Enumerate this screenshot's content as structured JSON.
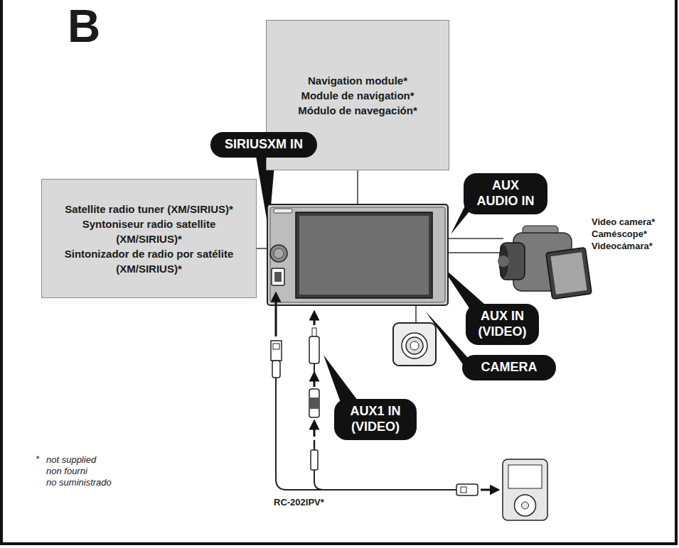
{
  "diagram": {
    "title": "B",
    "nodes": [
      {
        "text": [
          "Navigation module*",
          "Module de navigation*",
          "Módulo de navegación*"
        ]
      },
      {
        "text": [
          "SIRIUSXM IN"
        ]
      },
      {
        "text": [
          "Satellite radio tuner (XM/SIRIUS)*",
          "Syntoniseur radio satellite (XM/SIRIUS)*",
          "Sintonizador de radio por satélite (XM/SIRIUS)*"
        ]
      },
      {
        "text": [
          "AUX AUDIO IN"
        ]
      },
      {
        "text": [
          "AUX IN (VIDEO)"
        ]
      },
      {
        "text": [
          "CAMERA"
        ]
      },
      {
        "text": [
          "AUX1 IN (VIDEO)"
        ]
      }
    ],
    "labels": [
      "Video camera*",
      "Caméscope*",
      "Videocámara*",
      "RC-202IPV*",
      "*",
      "not supplied",
      "non fourni",
      "no suministrado"
    ]
  }
}
